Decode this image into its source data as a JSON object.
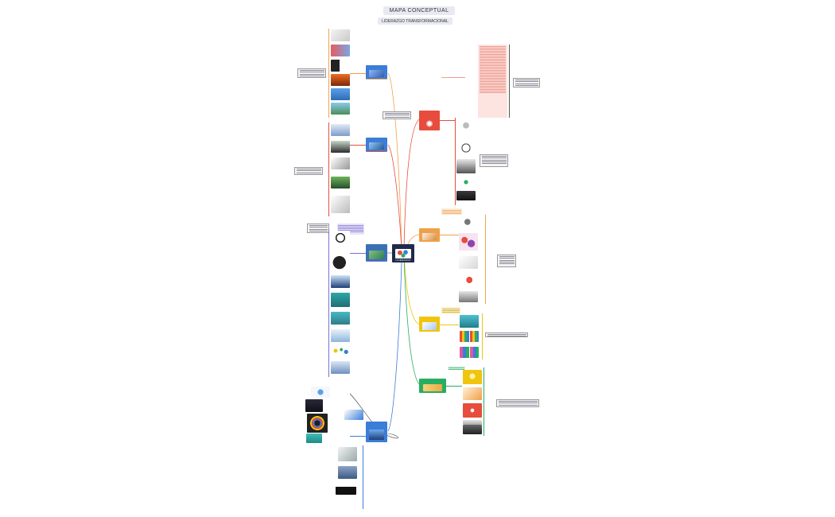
{
  "title": "MAPA CONCEPTUAL",
  "subtitle": "LIDERAZGO TRANSFORMACIONAL",
  "central": {
    "label": "LIDERAZGO"
  },
  "colors": {
    "red": "#e74c3c",
    "orange": "#f0a04b",
    "yellow": "#f1c40f",
    "green": "#27ae60",
    "purple": "#7b6fd6",
    "blue": "#3b7dd8",
    "navy": "#1f2a4d",
    "pink_panel": "#fde4e1",
    "orange_panel": "#fdebd8",
    "yellow_panel": "#fbf2cf",
    "purple_panel": "#e7e4f7"
  },
  "branches": [
    {
      "id": "top-left-blue",
      "color": "orange",
      "icon": "handshake-illustration"
    },
    {
      "id": "left-blue-red",
      "color": "red",
      "icon": "team-illustration"
    },
    {
      "id": "left-purple",
      "color": "purple",
      "icon": "meeting-illustration"
    },
    {
      "id": "bottom-left-blue",
      "color": "blue",
      "icon": "leader-illustration"
    },
    {
      "id": "right-red",
      "color": "red",
      "icon": "network-illustration"
    },
    {
      "id": "right-orange",
      "color": "orange",
      "icon": "puzzle-illustration"
    },
    {
      "id": "right-yellow",
      "color": "yellow",
      "icon": "laptop-illustration"
    },
    {
      "id": "right-green",
      "color": "green",
      "icon": "people-group-illustration"
    }
  ]
}
